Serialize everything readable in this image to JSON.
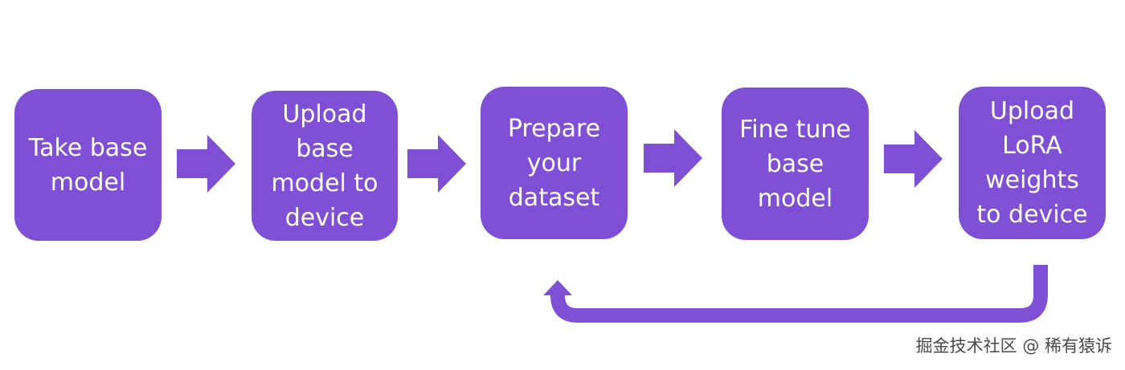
{
  "diagram": {
    "steps": [
      {
        "label": "Take base\nmodel"
      },
      {
        "label": "Upload\nbase\nmodel to\ndevice"
      },
      {
        "label": "Prepare\nyour\ndataset"
      },
      {
        "label": "Fine tune\nbase\nmodel"
      },
      {
        "label": "Upload\nLoRA\nweights\nto device"
      }
    ],
    "loop_back": {
      "from_step": 5,
      "to_step": 3
    },
    "colors": {
      "box": "#7f4fd6",
      "arrow": "#7f4fd6",
      "text": "#ffffff"
    }
  },
  "watermark": {
    "text": "掘金技术社区 @ 稀有猿诉"
  }
}
